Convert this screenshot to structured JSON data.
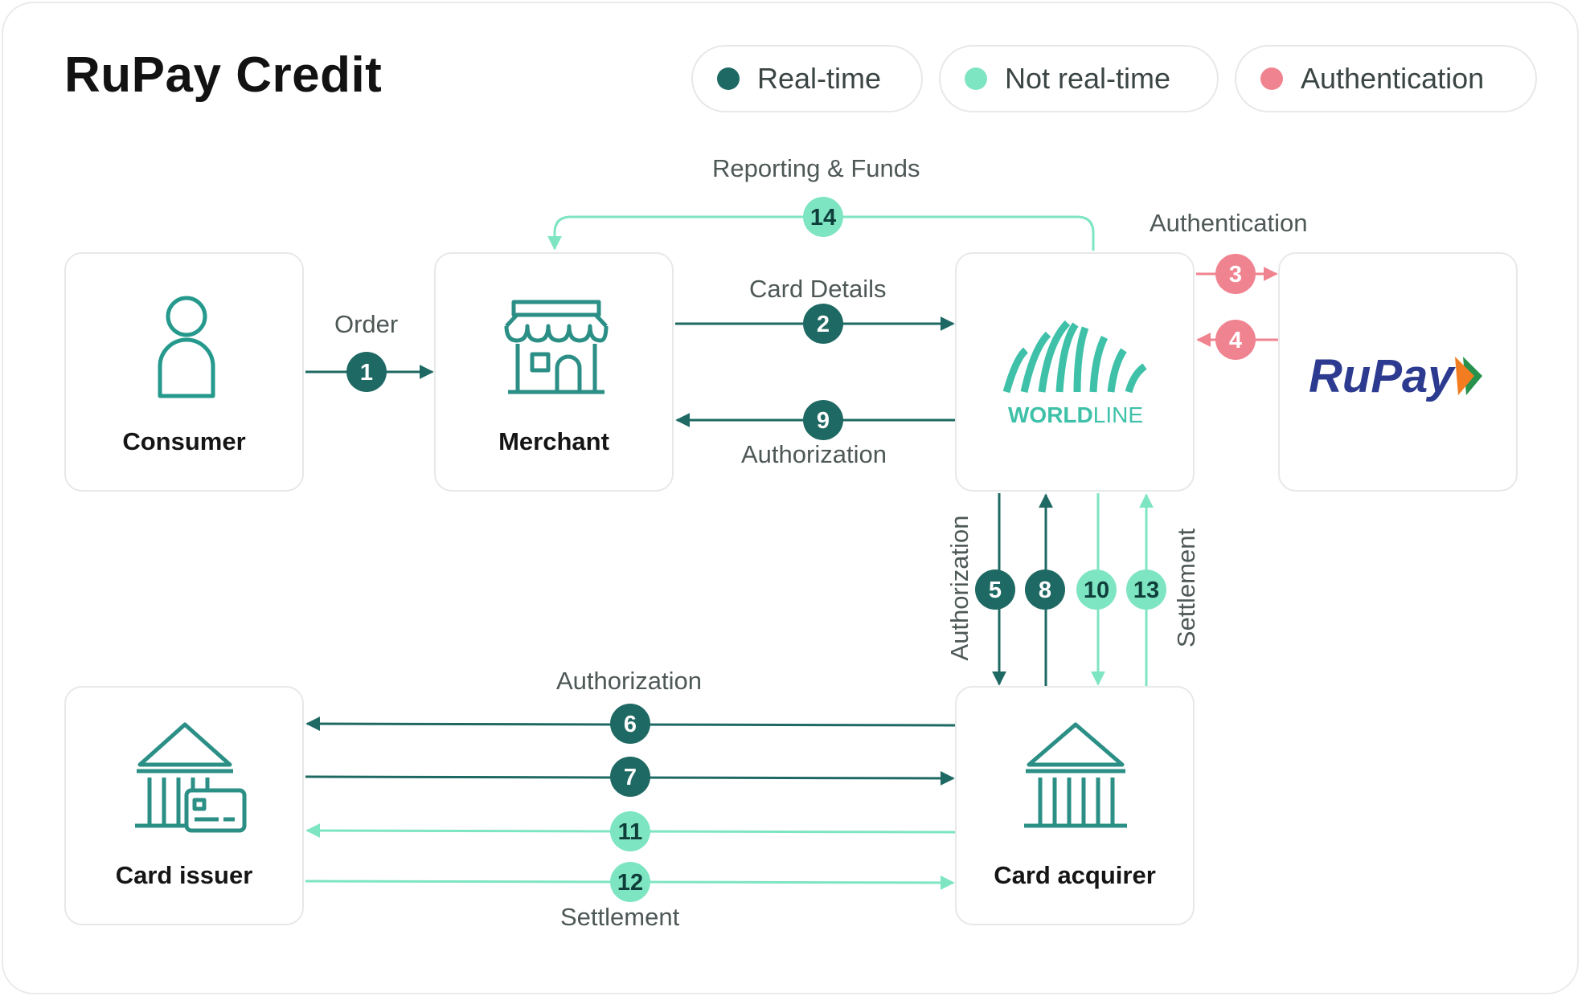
{
  "title": "RuPay Credit",
  "legend": [
    {
      "label": "Real-time",
      "color": "#1e6963"
    },
    {
      "label": "Not real-time",
      "color": "#7ee5c2"
    },
    {
      "label": "Authentication",
      "color": "#f08390"
    }
  ],
  "colors": {
    "realtime": "#1e6963",
    "not_realtime": "#7ee5c2",
    "authentication": "#f08390",
    "icon_teal": "#26998d",
    "icon_teal_dark": "#2b8f86",
    "worldline_text": "#3ec1a8",
    "rupay_blue": "#2c3a8f",
    "rupay_orange": "#f47c20",
    "rupay_green": "#27924c"
  },
  "nodes": {
    "consumer": {
      "label": "Consumer",
      "icon": "person-icon"
    },
    "merchant": {
      "label": "Merchant",
      "icon": "storefront-icon"
    },
    "worldline": {
      "logo_text_bold": "WORLD",
      "logo_text_light": "LINE",
      "icon": "worldline-logo"
    },
    "rupay": {
      "logo_text": "RuPay",
      "icon": "rupay-logo"
    },
    "card_issuer": {
      "label": "Card issuer",
      "icon": "bank-card-icon"
    },
    "card_acquirer": {
      "label": "Card acquirer",
      "icon": "bank-icon"
    }
  },
  "flow_labels": {
    "order": "Order",
    "card_details": "Card Details",
    "authorization_merchant": "Authorization",
    "reporting_funds": "Reporting & Funds",
    "authentication": "Authentication",
    "authorization_vertical": "Authorization",
    "settlement_vertical": "Settlement",
    "authorization_bottom": "Authorization",
    "settlement_bottom": "Settlement"
  },
  "steps": [
    {
      "number": "1",
      "type": "realtime"
    },
    {
      "number": "2",
      "type": "realtime"
    },
    {
      "number": "3",
      "type": "authentication"
    },
    {
      "number": "4",
      "type": "authentication"
    },
    {
      "number": "5",
      "type": "realtime"
    },
    {
      "number": "6",
      "type": "realtime"
    },
    {
      "number": "7",
      "type": "realtime"
    },
    {
      "number": "8",
      "type": "realtime"
    },
    {
      "number": "9",
      "type": "realtime"
    },
    {
      "number": "10",
      "type": "not_realtime"
    },
    {
      "number": "11",
      "type": "not_realtime"
    },
    {
      "number": "12",
      "type": "not_realtime"
    },
    {
      "number": "13",
      "type": "not_realtime"
    },
    {
      "number": "14",
      "type": "not_realtime"
    }
  ]
}
